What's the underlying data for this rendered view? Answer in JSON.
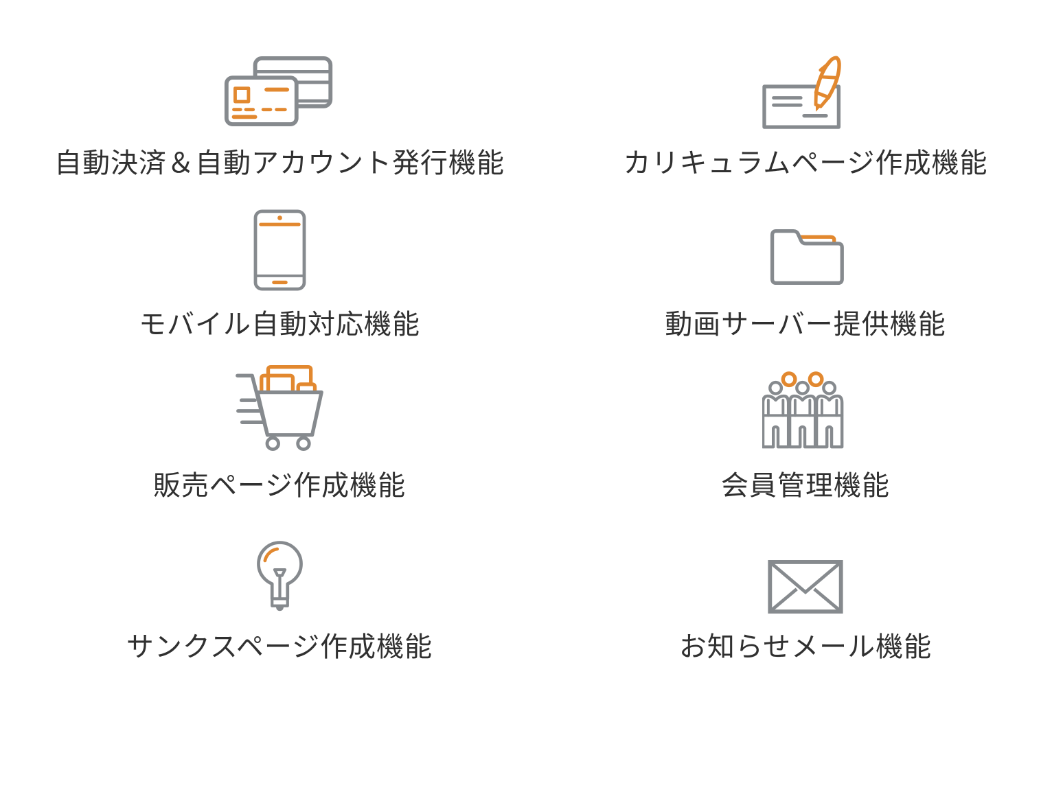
{
  "page": {
    "background": "#ffffff"
  },
  "colors": {
    "icon-gray": "#868A8E",
    "icon-orange": "#E2882F",
    "label-text": "#303030",
    "page-bg": "#ffffff"
  },
  "features": [
    {
      "id": "auto-payment",
      "icon": "credit-cards-icon",
      "label": "自動決済＆自動アカウント発行機能"
    },
    {
      "id": "curriculum-page",
      "icon": "pen-writing-icon",
      "label": "カリキュラムページ作成機能"
    },
    {
      "id": "mobile-support",
      "icon": "smartphone-icon",
      "label": "モバイル自動対応機能"
    },
    {
      "id": "video-server",
      "icon": "folder-icon",
      "label": "動画サーバー提供機能"
    },
    {
      "id": "sales-page",
      "icon": "shopping-cart-icon",
      "label": "販売ページ作成機能"
    },
    {
      "id": "member-management",
      "icon": "people-icon",
      "label": "会員管理機能"
    },
    {
      "id": "thanks-page",
      "icon": "lightbulb-icon",
      "label": "サンクスページ作成機能"
    },
    {
      "id": "notification-mail",
      "icon": "envelope-icon",
      "label": "お知らせメール機能"
    }
  ]
}
